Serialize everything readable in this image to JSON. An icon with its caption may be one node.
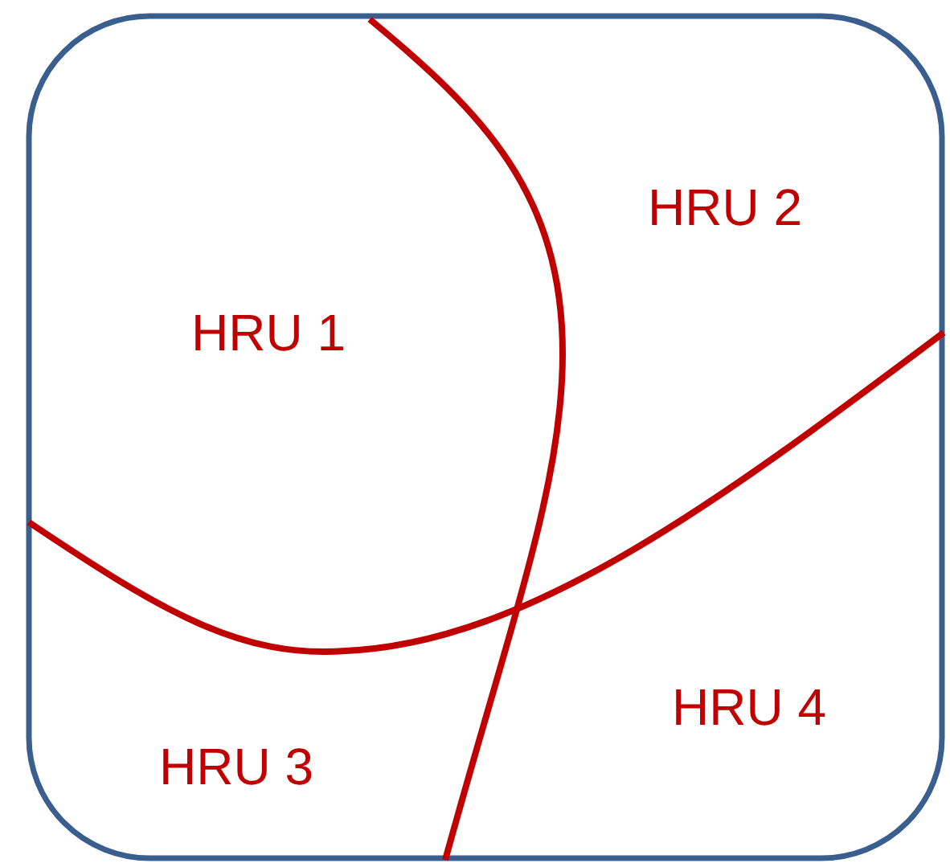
{
  "diagram": {
    "labels": [
      "HRU 1",
      "HRU 2",
      "HRU 3",
      "HRU 4"
    ]
  }
}
